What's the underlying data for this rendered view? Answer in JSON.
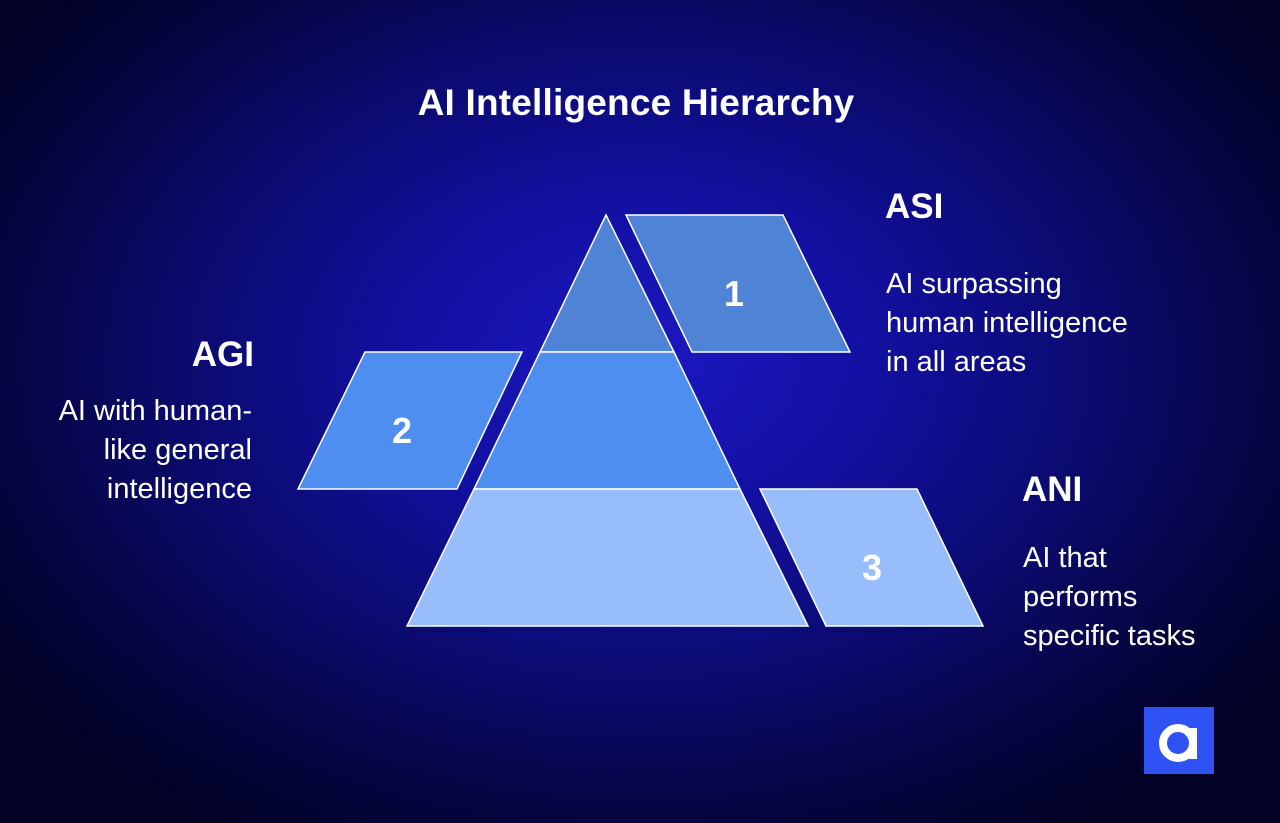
{
  "title": "AI Intelligence Hierarchy",
  "colors": {
    "top_tier": "#4f83d6",
    "middle_tier": "#4e8ef0",
    "bottom_tier": "#97bdfa",
    "logo_bg": "#2f52f5"
  },
  "levels": [
    {
      "number": "1",
      "name": "ASI",
      "description": "AI surpassing\nhuman intelligence\nin all areas"
    },
    {
      "number": "2",
      "name": "AGI",
      "description": "AI with human-\nlike general\nintelligence"
    },
    {
      "number": "3",
      "name": "ANI",
      "description": "AI that\nperforms\nspecific tasks"
    }
  ],
  "logo": {
    "icon": "brand-a-logo-icon"
  }
}
